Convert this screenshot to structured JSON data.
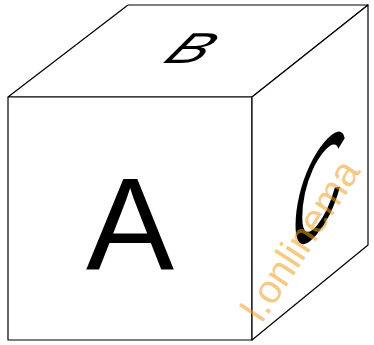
{
  "diagram": {
    "nodes": [
      {
        "text": [
          "B"
        ]
      },
      {
        "text": [
          "A"
        ]
      },
      {
        "text": [
          "C"
        ]
      }
    ],
    "labels": [
      "l.onlinema"
    ]
  }
}
